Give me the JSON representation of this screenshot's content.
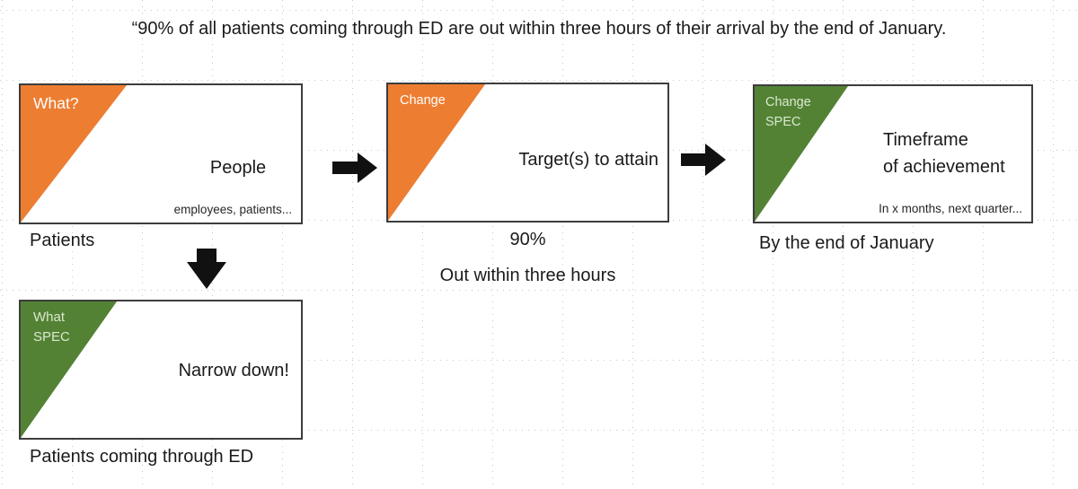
{
  "slide": {
    "title": "“90% of all patients coming through ED are out within three hours of their arrival by the end of January."
  },
  "colors": {
    "orange": "#ED7D31",
    "green": "#548235",
    "arrow_black": "#111111",
    "box_border": "#3d3d3d",
    "grid_line": "#c5c7c9",
    "label_on_green": "#d9e8cf",
    "label_on_orange": "#ffffff"
  },
  "icons": {
    "flow_right": "arrow-right-icon",
    "flow_down": "arrow-down-icon"
  },
  "boxes": {
    "what": {
      "corner_label": "What?",
      "main_text": "People",
      "sub_text": "employees, patients...",
      "caption": "Patients"
    },
    "change": {
      "corner_label": "Change",
      "main_text": "Target(s) to attain",
      "caption_value": "90%",
      "caption_detail": "Out within three hours"
    },
    "change_spec": {
      "corner_label_line1": "Change",
      "corner_label_line2": "SPEC",
      "main_line1": "Timeframe",
      "main_line2": "of achievement",
      "sub_text": "In x months, next quarter...",
      "caption": "By the end of January"
    },
    "what_spec": {
      "corner_label_line1": "What",
      "corner_label_line2": "SPEC",
      "main_text": "Narrow down!",
      "caption": "Patients coming through ED"
    }
  }
}
